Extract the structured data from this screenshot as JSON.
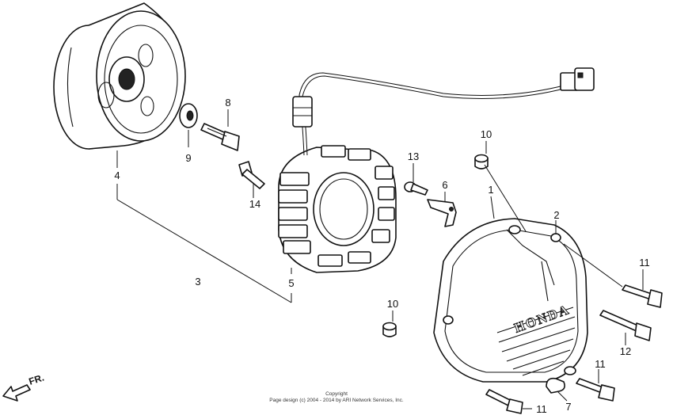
{
  "callouts": {
    "c1": "1",
    "c2": "2",
    "c3": "3",
    "c4": "4",
    "c5": "5",
    "c6": "6",
    "c7": "7",
    "c8": "8",
    "c9": "9",
    "c10a": "10",
    "c10b": "10",
    "c11a": "11",
    "c11b": "11",
    "c11c": "11",
    "c12": "12",
    "c13": "13",
    "c14": "14"
  },
  "brand_text": "HONDA",
  "direction_label": "FR.",
  "copyright": {
    "line1": "Copyright",
    "line2": "Page design (c) 2004 - 2014 by ARI Network Services, Inc."
  }
}
